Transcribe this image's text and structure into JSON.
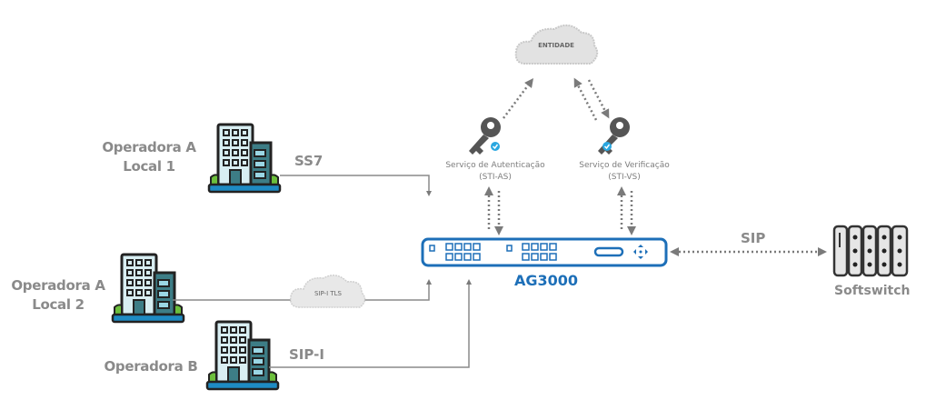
{
  "operators": [
    {
      "name_line1": "Operadora A",
      "name_line2": "Local 1",
      "protocol": "SS7"
    },
    {
      "name_line1": "Operadora A",
      "name_line2": "Local 2",
      "protocol": "SIP-I TLS"
    },
    {
      "name_line1": "Operadora B",
      "name_line2": "",
      "protocol": "SIP-I"
    }
  ],
  "entity_cloud": {
    "label": "ENTIDADE"
  },
  "services": [
    {
      "line1": "Serviço de Autenticação",
      "line2": "(STI-AS)"
    },
    {
      "line1": "Serviço de Verificação",
      "line2": "(STI-VS)"
    }
  ],
  "device": {
    "label": "AG3000"
  },
  "softswitch": {
    "label": "Softswitch",
    "link_protocol": "SIP"
  },
  "colors": {
    "device_blue": "#1d6fb8",
    "line_gray": "#8a8a8a",
    "check_blue": "#2aa7e0",
    "building_teal": "#3d7d86"
  }
}
